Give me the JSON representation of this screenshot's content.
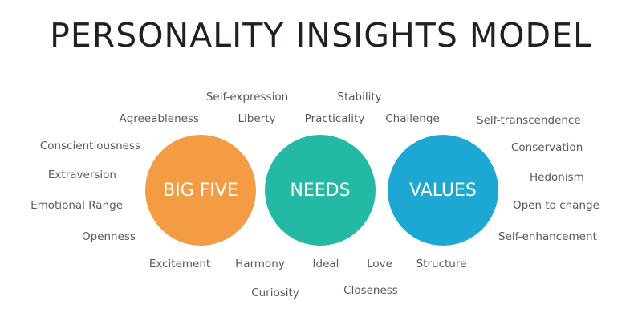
{
  "title": "PERSONALITY INSIGHTS MODEL",
  "circles": {
    "big_five": {
      "label": "BIG FIVE",
      "color": "#f39c43"
    },
    "needs": {
      "label": "NEEDS",
      "color": "#23b9a4"
    },
    "values": {
      "label": "VALUES",
      "color": "#1da8d4"
    }
  },
  "big_five_traits": [
    "Agreeableness",
    "Conscientiousness",
    "Extraversion",
    "Emotional Range",
    "Openness"
  ],
  "needs_items": [
    "Self-expression",
    "Stability",
    "Liberty",
    "Practicality",
    "Challenge",
    "Excitement",
    "Harmony",
    "Ideal",
    "Love",
    "Curiosity",
    "Closeness",
    "Structure"
  ],
  "values_items": [
    "Self-transcendence",
    "Conservation",
    "Hedonism",
    "Open to change",
    "Self-enhancement"
  ]
}
